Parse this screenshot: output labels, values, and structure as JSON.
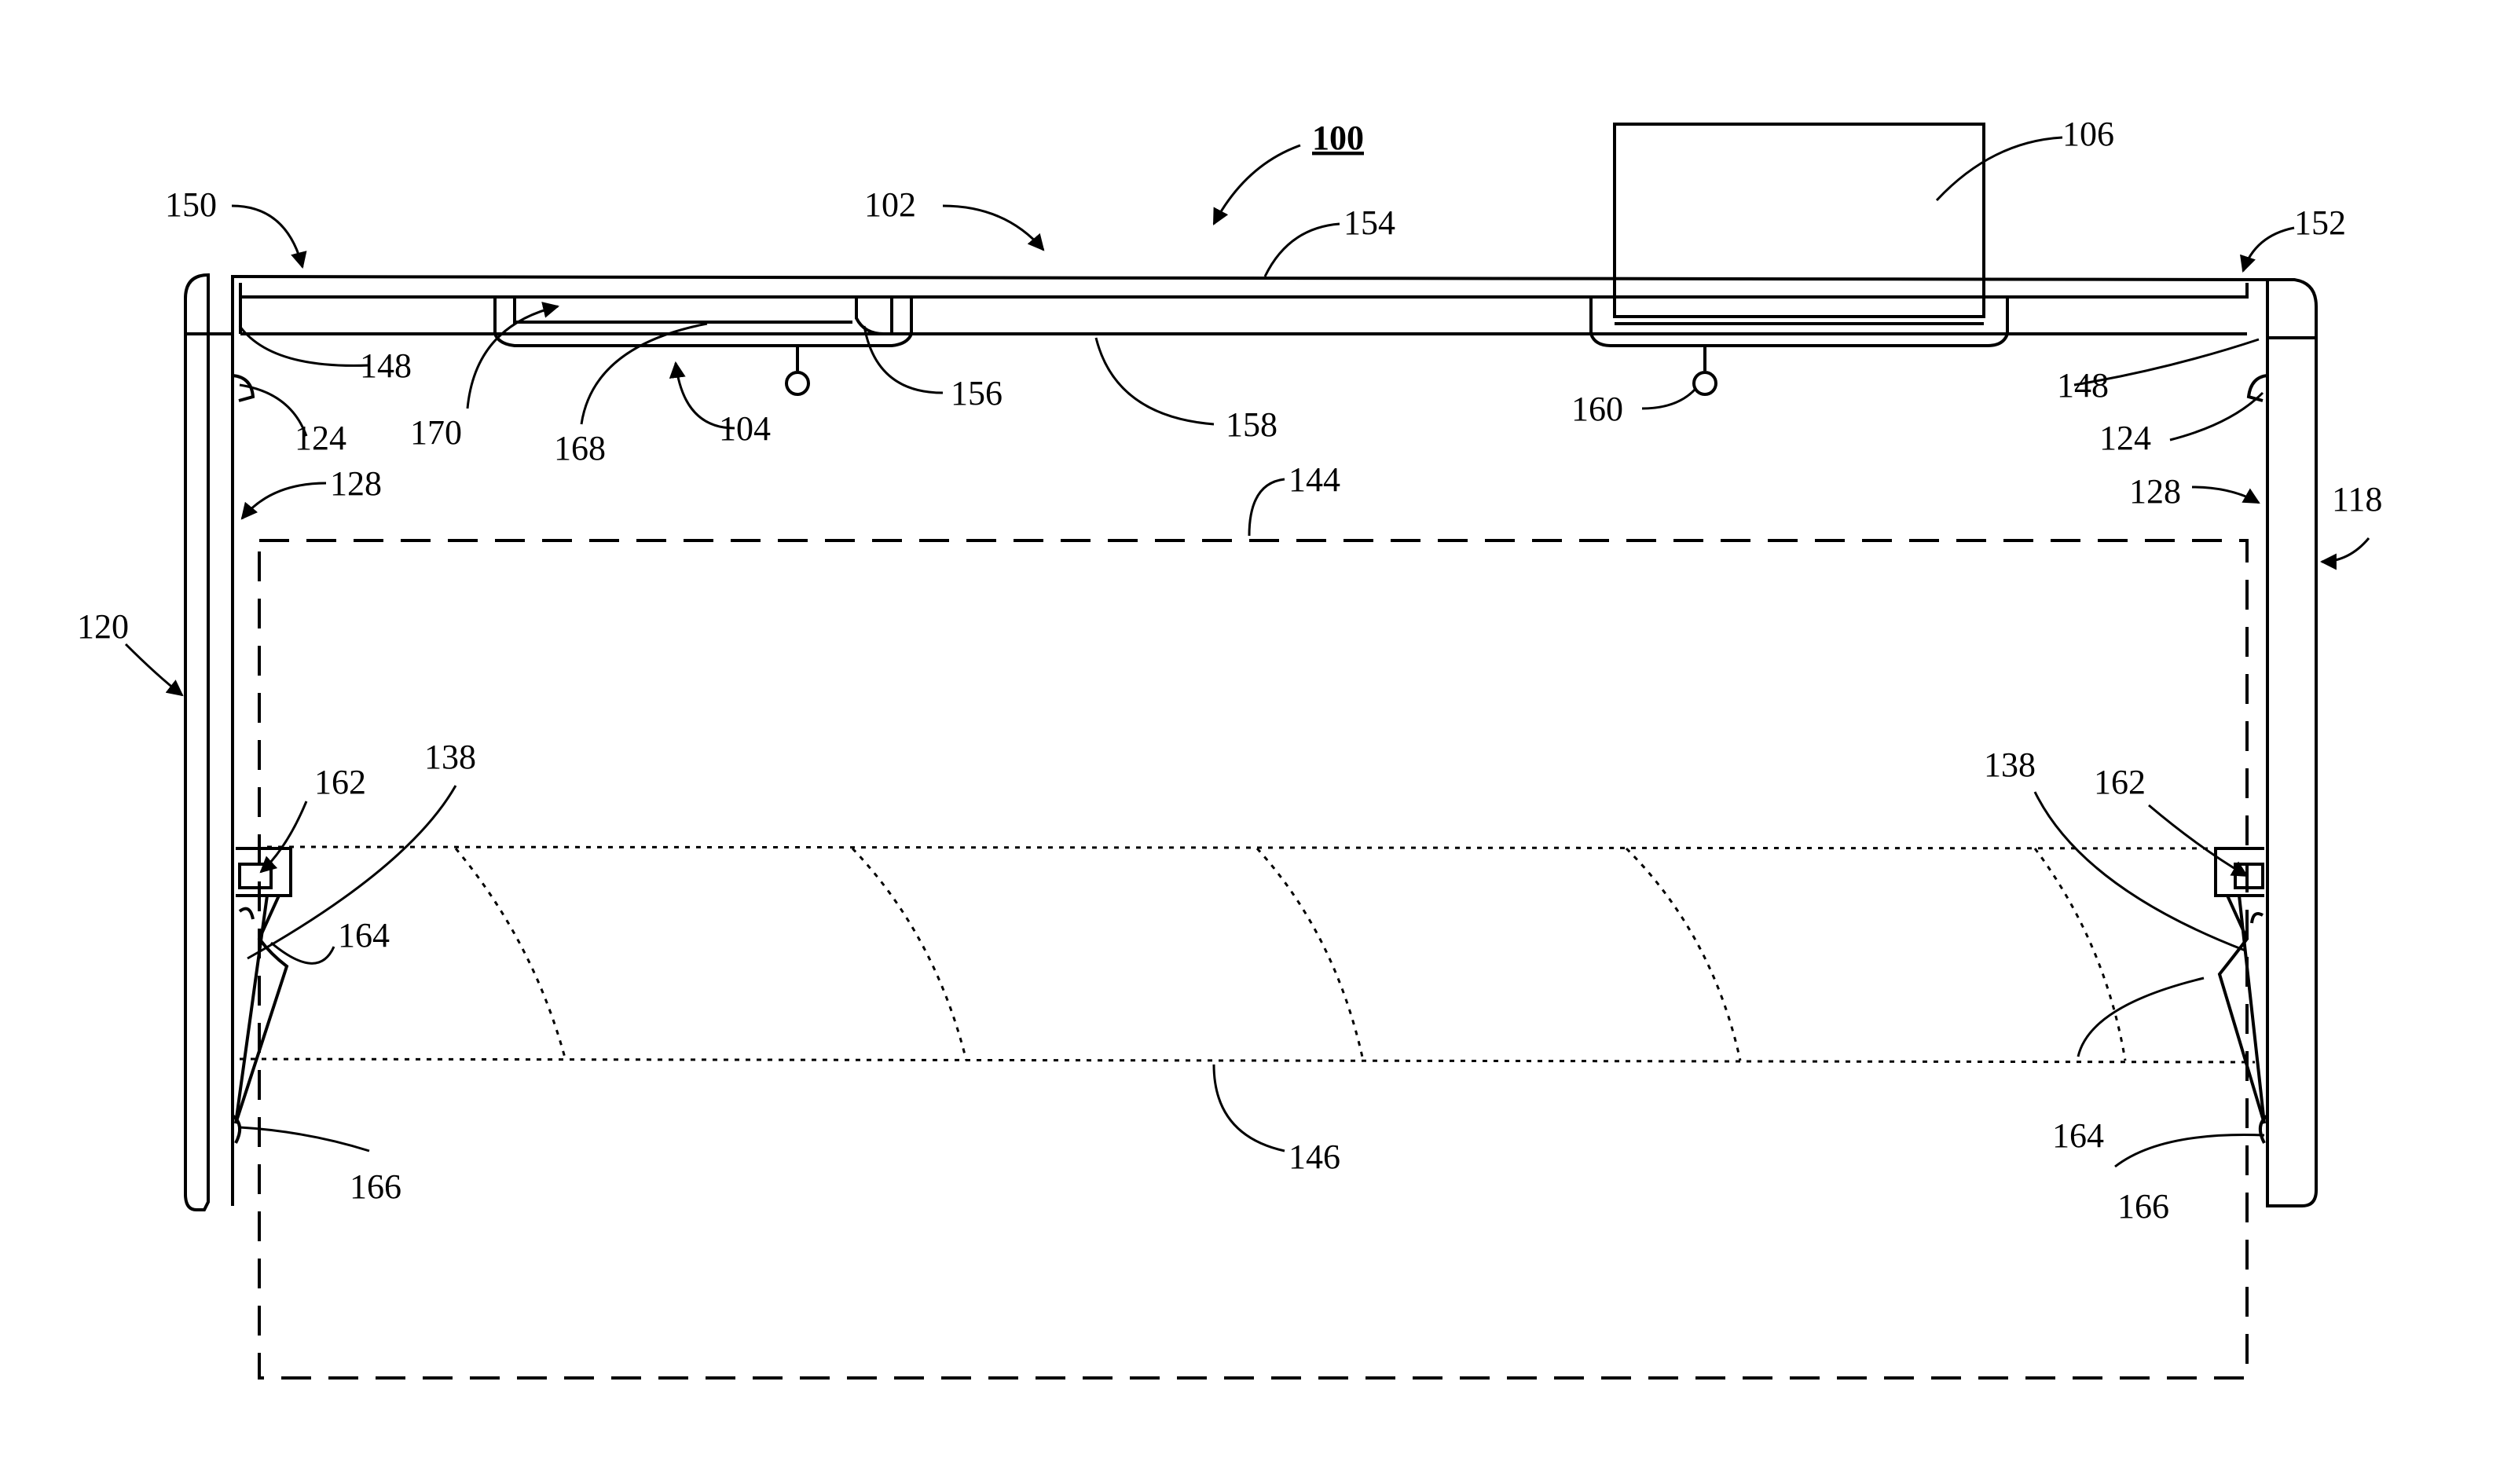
{
  "figure": {
    "figure_number": "100",
    "labels": {
      "l102": "102",
      "l104": "104",
      "l106": "106",
      "l118": "118",
      "l120": "120",
      "l124_left": "124",
      "l124_right": "124",
      "l128_left": "128",
      "l128_right": "128",
      "l138_left": "138",
      "l138_right": "138",
      "l144": "144",
      "l146": "146",
      "l148_left": "148",
      "l148_right": "148",
      "l150": "150",
      "l152": "152",
      "l154": "154",
      "l156": "156",
      "l158": "158",
      "l160": "160",
      "l162_left": "162",
      "l162_right": "162",
      "l164_left": "164",
      "l164_right": "164",
      "l166_left": "166",
      "l166_right": "166",
      "l168": "168",
      "l170": "170"
    }
  }
}
